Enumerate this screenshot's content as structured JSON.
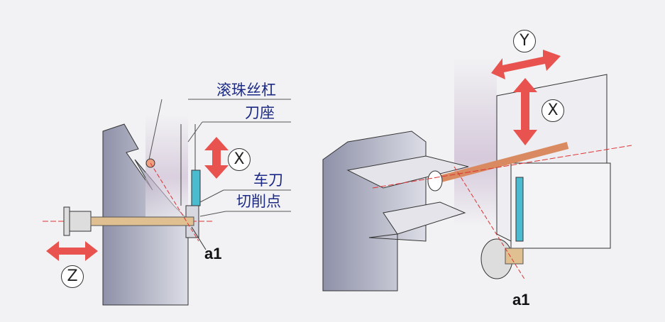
{
  "labels": {
    "ball_screw": "滚珠丝杠",
    "tool_holder": "刀座",
    "turning_tool": "车刀",
    "cutting_point": "切削点"
  },
  "axes": {
    "x_left": "X",
    "z_left": "Z",
    "y_right": "Y",
    "x_right": "X"
  },
  "dimension": {
    "left": "a1",
    "right": "a1"
  },
  "colors": {
    "text": "#1c2a86",
    "arrow": "#e8524f",
    "tool": "#4bbcd0",
    "machine": "#a3a6b8"
  }
}
